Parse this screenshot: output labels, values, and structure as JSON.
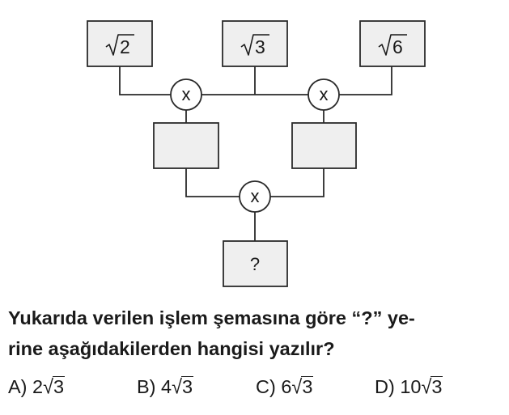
{
  "diagram": {
    "top_boxes": [
      {
        "radicand": "2"
      },
      {
        "radicand": "3"
      },
      {
        "radicand": "6"
      }
    ],
    "operator_symbol": "x",
    "result_symbol": "?",
    "colors": {
      "box_fill": "#efefef",
      "stroke": "#2a2a2a"
    }
  },
  "question": {
    "line1": "Yukarıda verilen işlem şemasına göre “?” ye-",
    "line2": "rine aşağıdakilerden hangisi yazılır?"
  },
  "options": [
    {
      "label": "A)",
      "coef": "2",
      "radicand": "3"
    },
    {
      "label": "B)",
      "coef": "4",
      "radicand": "3"
    },
    {
      "label": "C)",
      "coef": "6",
      "radicand": "3"
    },
    {
      "label": "D)",
      "coef": "10",
      "radicand": "3"
    }
  ]
}
